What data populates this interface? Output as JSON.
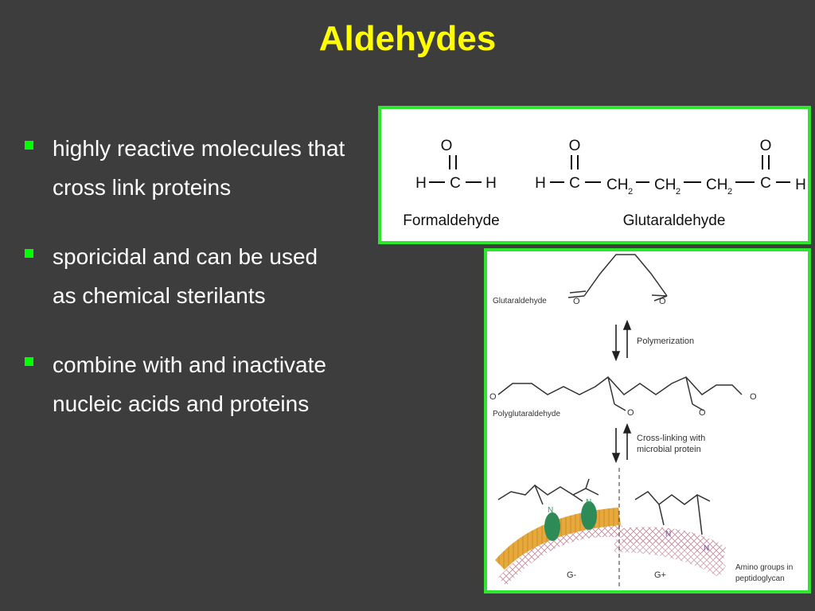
{
  "slide": {
    "title": "Aldehydes",
    "bullets": [
      "highly reactive molecules that cross link proteins",
      "sporicidal and can be used as chemical sterilants",
      "combine with and inactivate nucleic acids and proteins"
    ]
  },
  "structures": {
    "formaldehyde": {
      "label": "Formaldehyde",
      "o": "O",
      "h_left": "H",
      "c": "C",
      "h_right": "H"
    },
    "glutaraldehyde": {
      "label": "Glutaraldehyde",
      "o": "O",
      "h": "H",
      "c": "C",
      "ch": "CH",
      "sub": "2"
    }
  },
  "mechanism": {
    "glutaraldehyde_label": "Glutaraldehyde",
    "o": "O",
    "polymerization_label": "Polymerization",
    "polyglutaraldehyde_label": "Polyglutaraldehyde",
    "crosslink_line1": "Cross-linking with",
    "crosslink_line2": "microbial protein",
    "n": "N",
    "gram_negative": "G-",
    "gram_positive": "G+",
    "amino_line1": "Amino groups in",
    "amino_line2": "peptidoglycan"
  },
  "colors": {
    "background": "#3d3d3d",
    "title": "#ffff00",
    "bullet": "#00ff00",
    "panel_border": "#2ee62e",
    "membrane": "#e8a93a",
    "protein": "#2e8b57",
    "nitrogen_green": "#2e9b5a",
    "nitrogen_purple": "#7a4aa8",
    "peptidoglycan": "#c99aa8"
  }
}
